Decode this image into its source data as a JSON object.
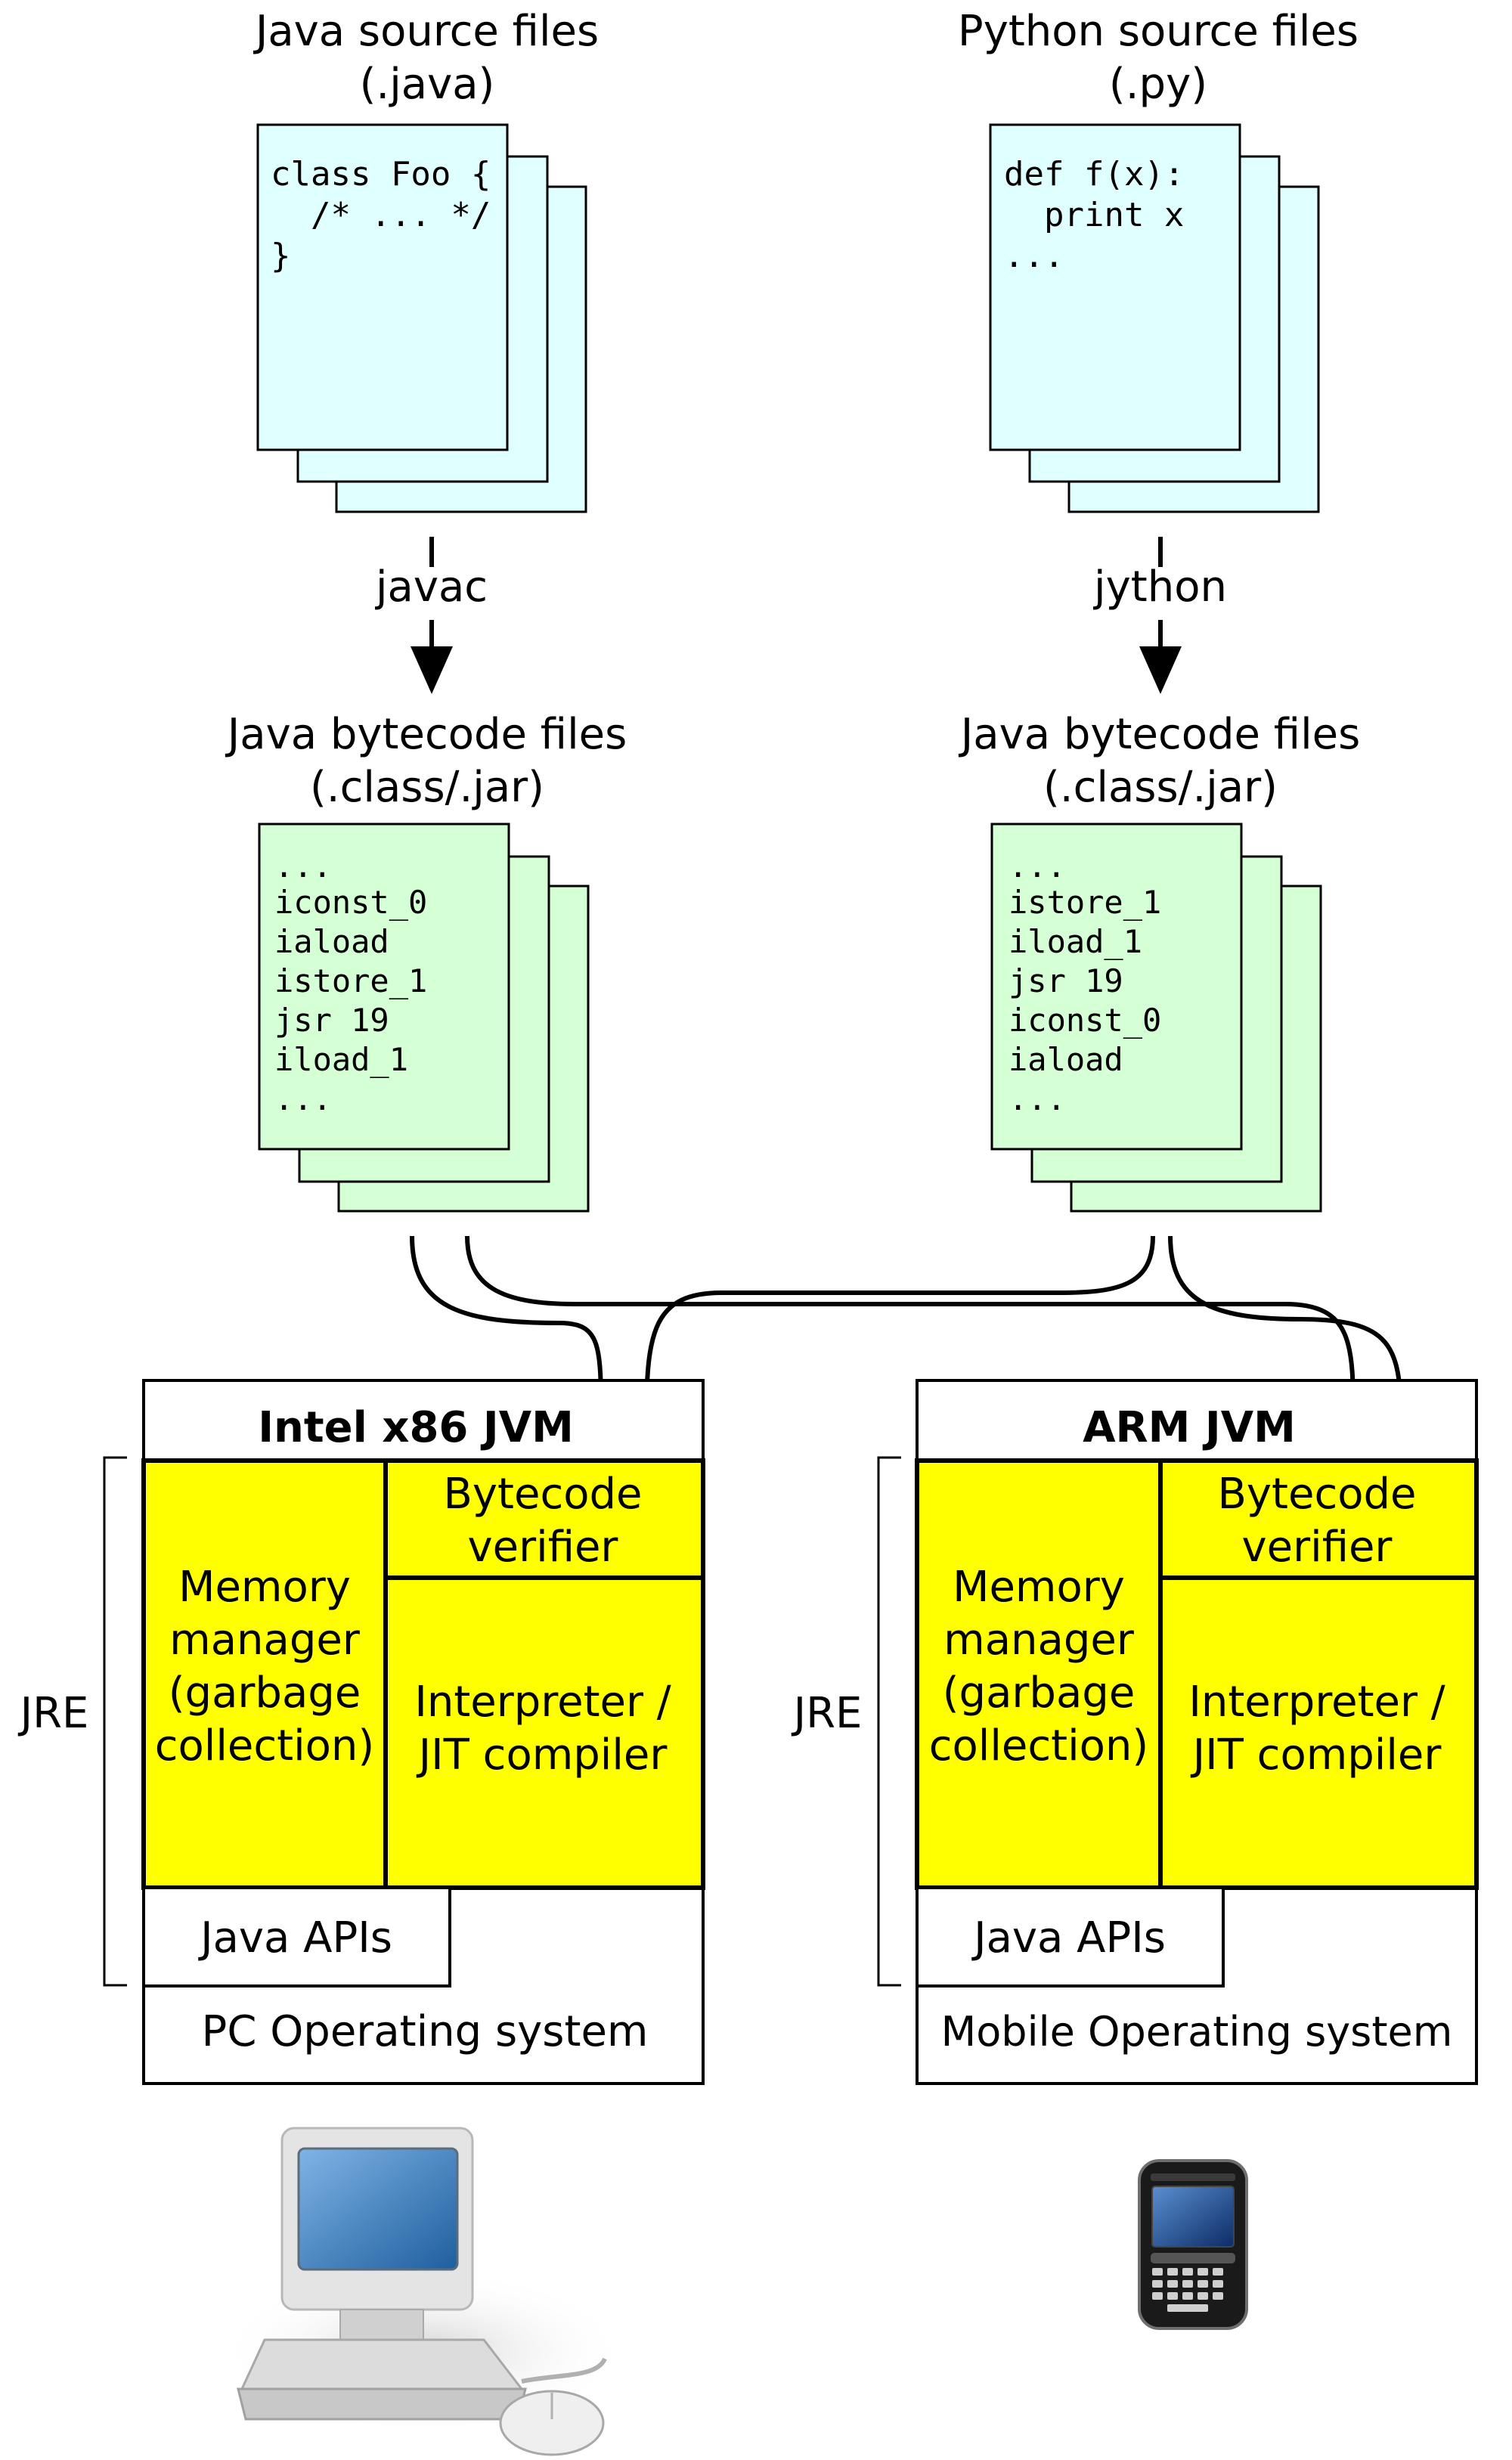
{
  "colors": {
    "source_page": "#e0ffff",
    "bytecode_page": "#d5ffd5",
    "jvm_component": "#ffff00",
    "stroke": "#000000"
  },
  "left_column": {
    "source": {
      "title_line1": "Java source files",
      "title_line2": "(.java)",
      "code": [
        "class Foo {",
        "  /* ... */",
        "}"
      ]
    },
    "compiler": "javac",
    "bytecode": {
      "title_line1": "Java bytecode files",
      "title_line2": "(.class/.jar)",
      "code": [
        "...",
        "iconst_0",
        "iaload",
        "istore_1",
        "jsr 19",
        "iload_1",
        "..."
      ]
    }
  },
  "right_column": {
    "source": {
      "title_line1": "Python source files",
      "title_line2": "(.py)",
      "code": [
        "def f(x):",
        "  print x",
        "..."
      ]
    },
    "compiler": "jython",
    "bytecode": {
      "title_line1": "Java bytecode files",
      "title_line2": "(.class/.jar)",
      "code": [
        "...",
        "istore_1",
        "iload_1",
        "jsr 19",
        "iconst_0",
        "iaload",
        "..."
      ]
    }
  },
  "platforms": [
    {
      "jvm_title": "Intel x86 JVM",
      "jre_label": "JRE",
      "memory_manager": [
        "Memory",
        "manager",
        "(garbage",
        "collection)"
      ],
      "bytecode_verifier": [
        "Bytecode",
        "verifier"
      ],
      "interpreter": [
        "Interpreter /",
        "JIT compiler"
      ],
      "java_apis": "Java APIs",
      "os": "PC Operating system",
      "device_icon": "desktop-computer-icon"
    },
    {
      "jvm_title": "ARM JVM",
      "jre_label": "JRE",
      "memory_manager": [
        "Memory",
        "manager",
        "(garbage",
        "collection)"
      ],
      "bytecode_verifier": [
        "Bytecode",
        "verifier"
      ],
      "interpreter": [
        "Interpreter /",
        "JIT compiler"
      ],
      "java_apis": "Java APIs",
      "os": "Mobile Operating system",
      "device_icon": "smartphone-icon"
    }
  ]
}
